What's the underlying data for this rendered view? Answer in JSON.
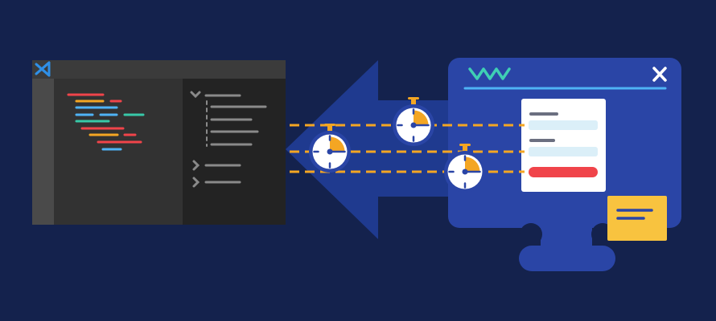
{
  "colors": {
    "background": "#14224d",
    "arrow": "#1f3a8f",
    "editor_titlebar": "#3b3b3b",
    "editor_gutter": "#4a4a4a",
    "editor_body": "#323232",
    "editor_explorer": "#232323",
    "vscode_logo": "#2f8fe6",
    "code_red": "#f0444a",
    "code_orange": "#f4a623",
    "code_blue": "#4fb3f5",
    "code_teal": "#38c8a8",
    "explorer_lines": "#8a8a8a",
    "monitor_body": "#2a45a6",
    "monitor_stand": "#2a45a6",
    "logo_teal": "#3fd0b4",
    "close_white": "#ffffff",
    "divider_blue": "#4fb3f5",
    "form_card": "#ffffff",
    "form_label": "#6b6f80",
    "form_field": "#dbeff8",
    "form_button": "#f0444a",
    "sticky_note": "#f8c33f",
    "sticky_lines": "#2a45a6",
    "dashes": "#f4a623",
    "stopwatch_ring": "#2a45a6",
    "stopwatch_face": "#ffffff",
    "stopwatch_wedge": "#f4a623"
  },
  "icons": {
    "editor_logo": "vscode-logo-icon",
    "brand_logo": "wave-logo-icon",
    "close": "close-icon",
    "timer": "stopwatch-icon",
    "note": "sticky-note-icon"
  },
  "stopwatches": [
    {
      "name": "stopwatch-top"
    },
    {
      "name": "stopwatch-left"
    },
    {
      "name": "stopwatch-right"
    }
  ]
}
